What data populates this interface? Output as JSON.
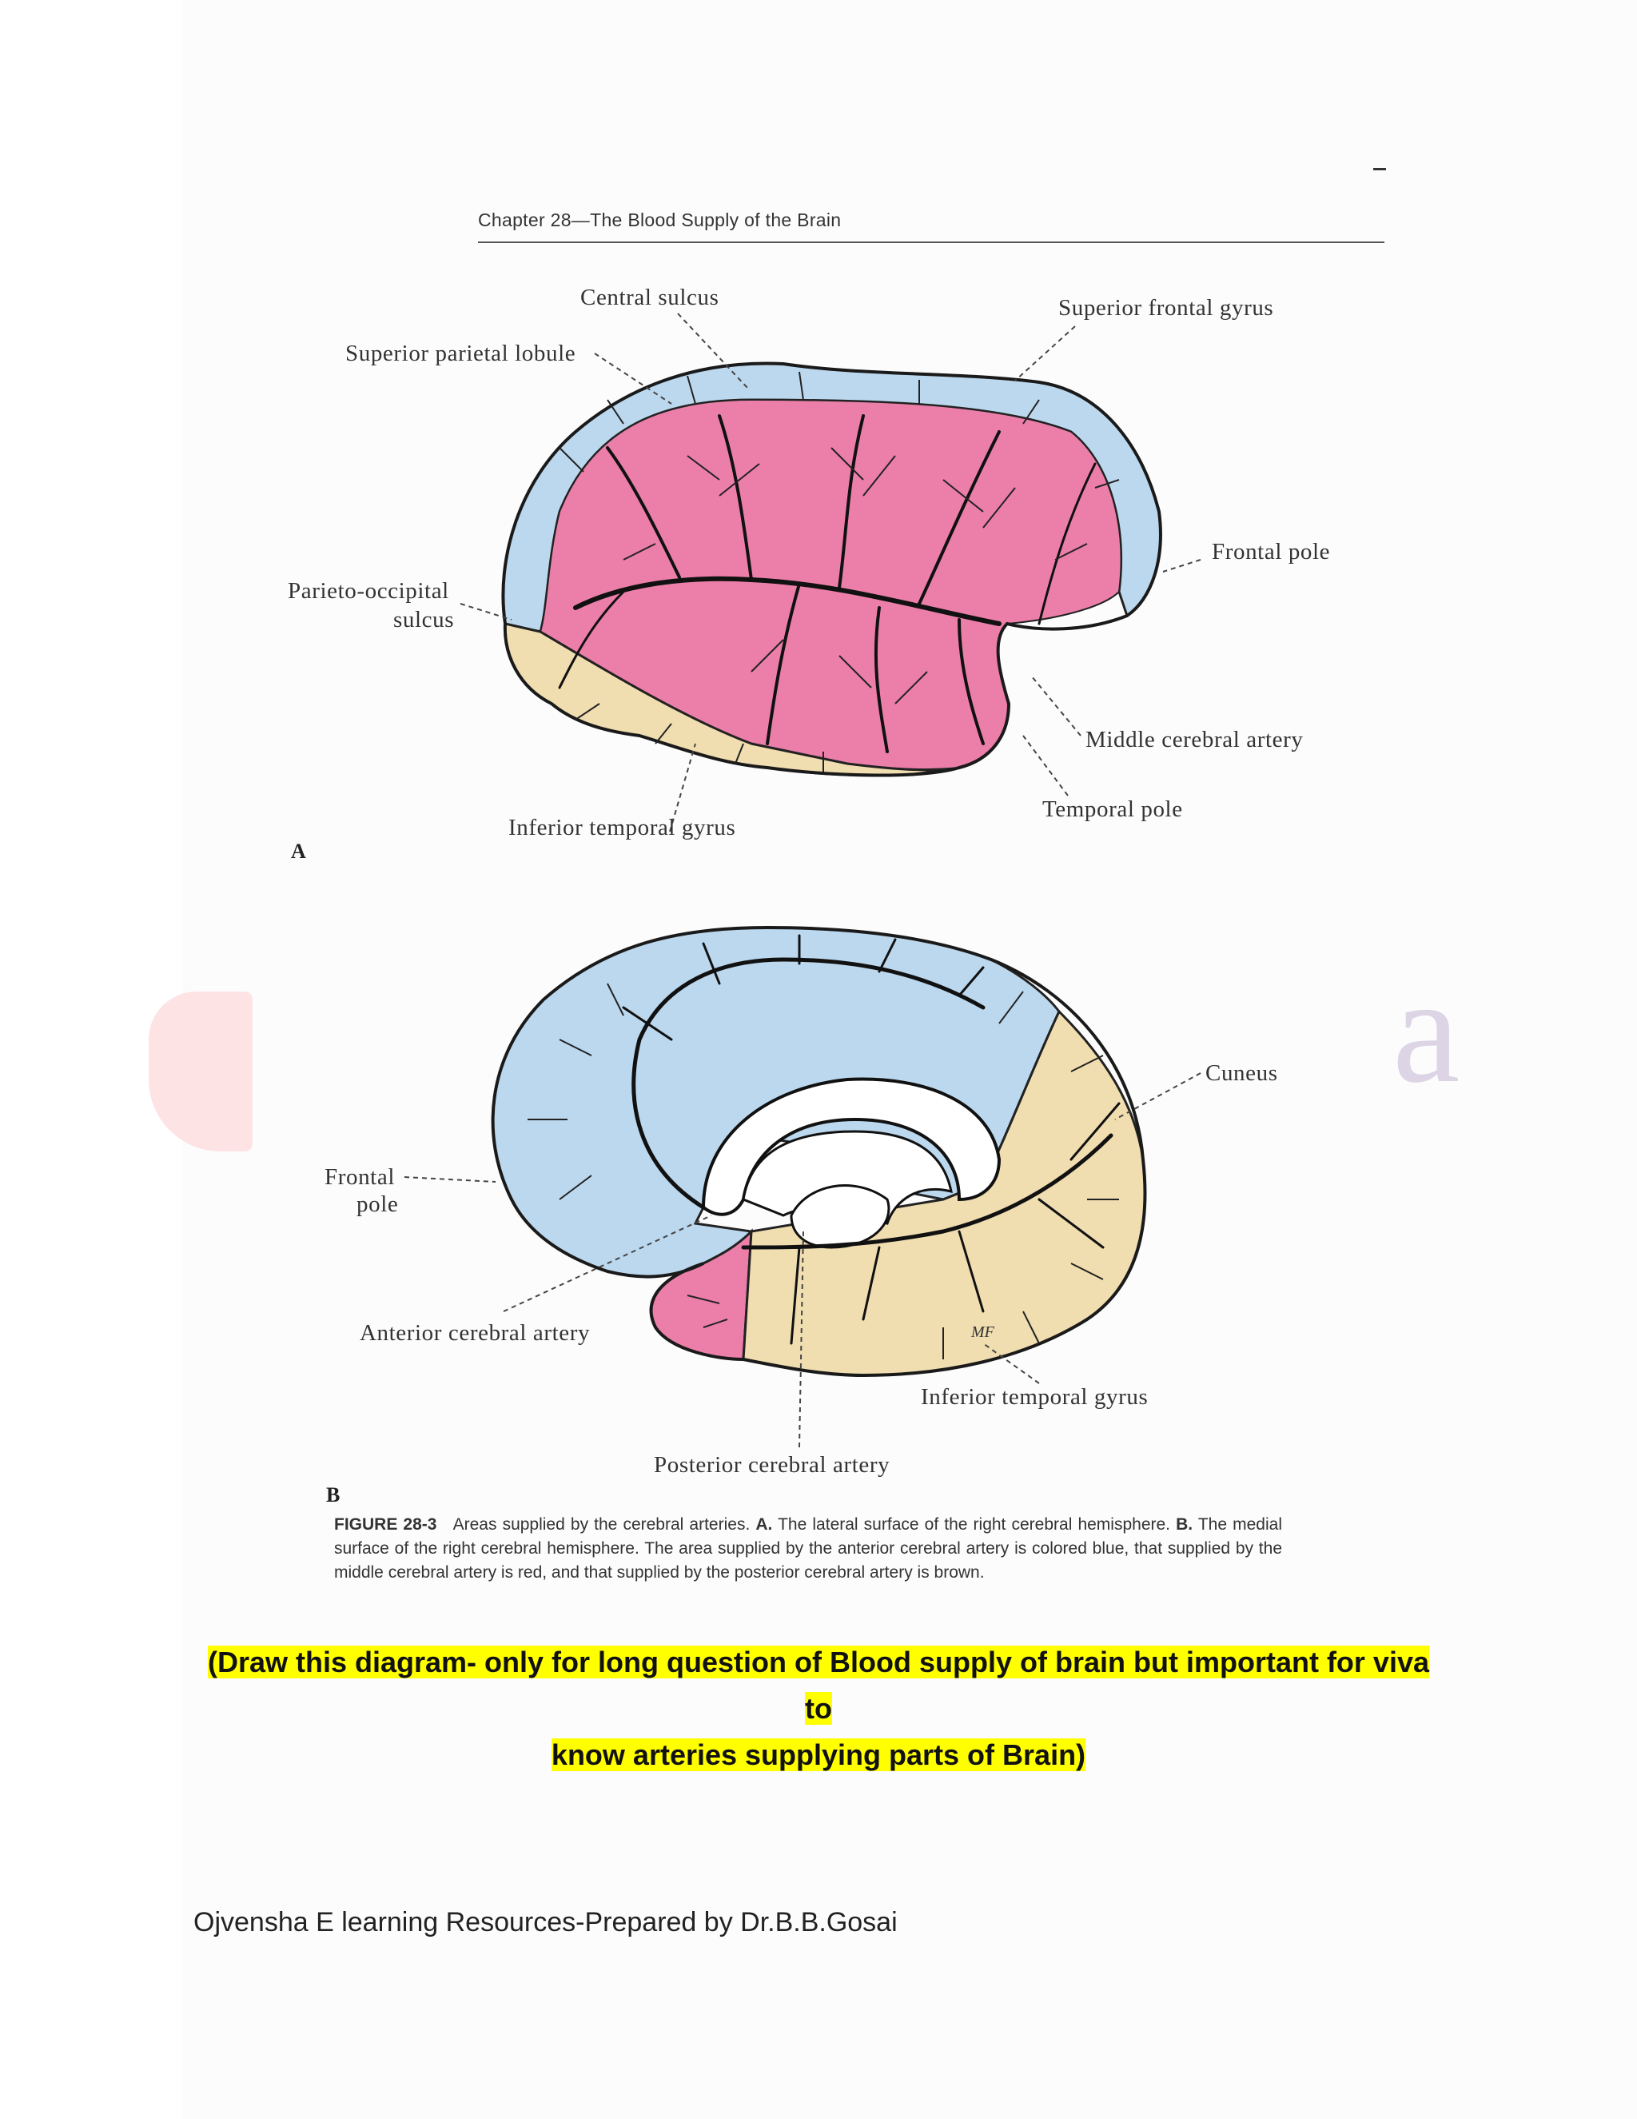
{
  "header": "Chapter 28—The Blood Supply of the Brain",
  "panel_a": {
    "letter": "A",
    "labels": {
      "central_sulcus": "Central sulcus",
      "superior_frontal_gyrus": "Superior frontal gyrus",
      "superior_parietal_lobule": "Superior parietal lobule",
      "frontal_pole": "Frontal pole",
      "parieto_occipital_1": "Parieto-occipital",
      "parieto_occipital_2": "sulcus",
      "middle_cerebral_artery": "Middle cerebral artery",
      "temporal_pole": "Temporal pole",
      "inferior_temporal_gyrus": "Inferior temporal gyrus"
    }
  },
  "panel_b": {
    "letter": "B",
    "labels": {
      "cuneus": "Cuneus",
      "frontal_1": "Frontal",
      "frontal_2": "pole",
      "anterior_cerebral_artery": "Anterior cerebral artery",
      "inferior_temporal_gyrus": "Inferior temporal gyrus",
      "posterior_cerebral_artery": "Posterior cerebral artery",
      "artist_initials": "MF"
    }
  },
  "caption": {
    "figure_label": "FIGURE 28-3",
    "part1": "Areas supplied by the cerebral arteries.",
    "a_marker": "A.",
    "part2": "The lateral surface of the right cerebral hemisphere.",
    "b_marker": "B.",
    "part3": "The medial surface of the right cerebral hemisphere. The area supplied by the anterior cerebral artery is colored blue, that supplied by the middle cerebral artery is red, and that supplied by the posterior cerebral artery is brown."
  },
  "note": {
    "line1": "(Draw this diagram- only for long question of Blood supply of brain but important for viva to",
    "line2": "know arteries supplying parts of Brain)"
  },
  "footer": "Ojvensha E learning Resources-Prepared by Dr.B.B.Gosai",
  "colors": {
    "anterior_blue": "#bcd8ee",
    "middle_red": "#ec7fa9",
    "posterior_brown": "#f0ddb0",
    "highlight": "#ffff00"
  }
}
